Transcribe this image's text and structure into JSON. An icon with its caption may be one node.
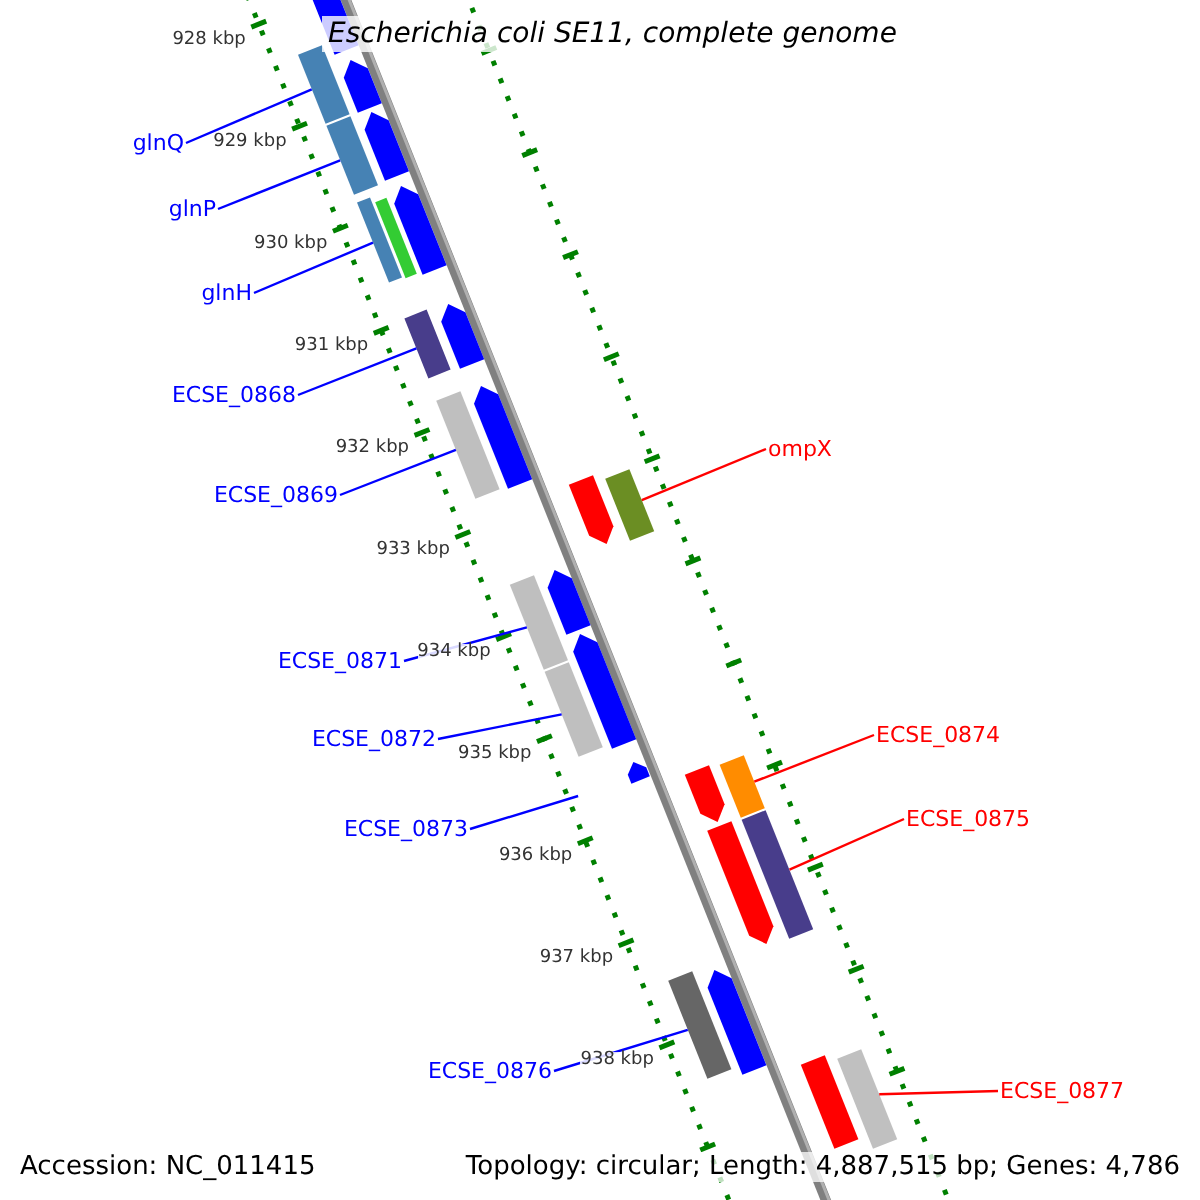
{
  "diagram": {
    "title": "Escherichia coli SE11, complete genome",
    "nodes": [
      {
        "text": [
          "glnQ"
        ]
      },
      {
        "text": [
          "glnP"
        ]
      },
      {
        "text": [
          "glnH"
        ]
      },
      {
        "text": [
          "ECSE_0868"
        ]
      },
      {
        "text": [
          "ECSE_0869"
        ]
      },
      {
        "text": [
          "ompX"
        ]
      },
      {
        "text": [
          "ECSE_0871"
        ]
      },
      {
        "text": [
          "ECSE_0872"
        ]
      },
      {
        "text": [
          "ECSE_0874"
        ]
      },
      {
        "text": [
          "ECSE_0873"
        ]
      },
      {
        "text": [
          "ECSE_0875"
        ]
      },
      {
        "text": [
          "ECSE_0876"
        ]
      },
      {
        "text": [
          "ECSE_0877"
        ]
      },
      {
        "text": [],
        "shape": "bar"
      },
      {
        "text": [],
        "shape": "bar"
      },
      {
        "text": [],
        "shape": "bar"
      },
      {
        "text": [],
        "shape": "bar"
      },
      {
        "text": [],
        "shape": "bar"
      },
      {
        "text": [],
        "shape": "bar"
      },
      {
        "text": [],
        "shape": "bar"
      },
      {
        "text": [],
        "shape": "bar"
      },
      {
        "text": [],
        "shape": "bar"
      },
      {
        "text": [],
        "shape": "bar"
      },
      {
        "text": [],
        "shape": "bar"
      },
      {
        "text": [],
        "shape": "bar"
      }
    ],
    "edges": [
      {
        "from": 0,
        "to": 13,
        "arrow": "none"
      },
      {
        "from": 1,
        "to": 14,
        "arrow": "none"
      },
      {
        "from": 2,
        "to": 15,
        "arrow": "none"
      },
      {
        "from": 3,
        "to": 16,
        "arrow": "none"
      },
      {
        "from": 4,
        "to": 17,
        "arrow": "none"
      },
      {
        "from": 5,
        "to": 18,
        "arrow": "none",
        "color": "#ff0000"
      },
      {
        "from": 6,
        "to": 19,
        "arrow": "none"
      },
      {
        "from": 7,
        "to": 20,
        "arrow": "none"
      },
      {
        "from": 8,
        "to": 21,
        "arrow": "none",
        "color": "#ff0000"
      },
      {
        "from": 9,
        "to": null,
        "arrow": "none"
      },
      {
        "from": 10,
        "to": 22,
        "arrow": "none",
        "color": "#ff0000"
      },
      {
        "from": 11,
        "to": 23,
        "arrow": "none"
      },
      {
        "from": 12,
        "to": 24,
        "arrow": "none",
        "color": "#ff0000"
      }
    ],
    "labels": [
      "928 kbp",
      "929 kbp",
      "930 kbp",
      "931 kbp",
      "932 kbp",
      "933 kbp",
      "934 kbp",
      "935 kbp",
      "936 kbp",
      "937 kbp",
      "938 kbp",
      "Accession: NC_011415",
      "Topology: circular; Length: 4,887,515 bp; Genes: 4,786"
    ]
  }
}
